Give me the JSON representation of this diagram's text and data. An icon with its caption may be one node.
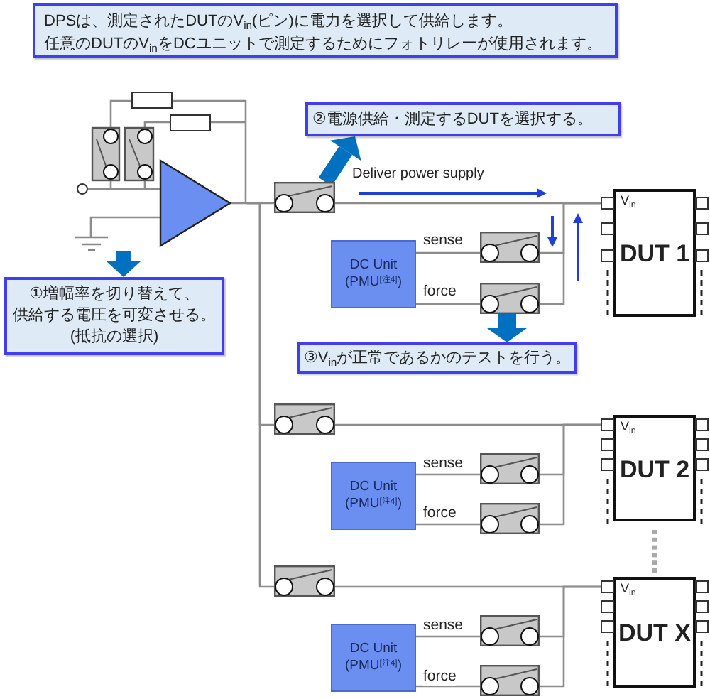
{
  "diagram": {
    "nodes": [
      {
        "text": [
          "DPSは、測定されたDUTのV$_{in}$(ピン)に電力を選択して供給します。任意のDUTのV$_{in}$をDCユニットで測定するためにフォトリレーが使用されます。"
        ]
      },
      {
        "text": [],
        "shape": "picture"
      },
      {
        "text": [
          "②電源供給・測定するDUTを選択する。"
        ]
      },
      {
        "text": [],
        "shape": "switch"
      },
      {
        "text": [
          "V$_{in}$",
          "DUT 1"
        ]
      },
      {
        "text": [
          "DC Unit (PMU$^{[注4]}$)"
        ]
      },
      {
        "text": [],
        "shape": "switch"
      },
      {
        "text": [],
        "shape": "switch"
      },
      {
        "text": [
          "①増幅率を切り替えて、供給する電圧を可変させる。(抵抗の選択)"
        ]
      },
      {
        "text": [
          "③V$_{in}$が正常であるかのテストを行う。"
        ]
      },
      {
        "text": [],
        "shape": "switch"
      },
      {
        "text": [
          "V$_{in}$",
          "DUT 2"
        ]
      },
      {
        "text": [
          "DC Unit (PMU$^{[注4]}$)"
        ]
      },
      {
        "text": [],
        "shape": "switch"
      },
      {
        "text": [],
        "shape": "switch"
      },
      {
        "text": [],
        "shape": "switch"
      },
      {
        "text": [
          "V$_{in}$",
          "DUT X"
        ]
      },
      {
        "text": [
          "DC Unit (PMU$^{[注4]}$)"
        ]
      },
      {
        "text": [],
        "shape": "switch"
      },
      {
        "text": [],
        "shape": "switch"
      }
    ],
    "edges": [
      {
        "from": 1,
        "to": 8,
        "arrow": "to",
        "style": "thick",
        "color": "#0070c0"
      },
      {
        "from": 3,
        "to": 2,
        "arrow": "to",
        "style": "thick",
        "color": "#0070c0"
      },
      {
        "from": 1,
        "to": 3,
        "arrow": "none"
      },
      {
        "from": 1,
        "to": 10,
        "arrow": "none"
      },
      {
        "from": 1,
        "to": 15,
        "arrow": "none"
      },
      {
        "from": 3,
        "to": 4,
        "arrow": "none"
      },
      {
        "from": 5,
        "to": 6,
        "arrow": "none",
        "label": "sense"
      },
      {
        "from": 6,
        "to": 4,
        "arrow": "none"
      },
      {
        "from": 5,
        "to": 7,
        "arrow": "none",
        "label": "force"
      },
      {
        "from": 7,
        "to": 4,
        "arrow": "none"
      },
      {
        "from": 7,
        "to": 9,
        "arrow": "to",
        "style": "thick",
        "color": "#0070c0"
      },
      {
        "from": 10,
        "to": 11,
        "arrow": "none"
      },
      {
        "from": 12,
        "to": 13,
        "arrow": "none",
        "label": "sense"
      },
      {
        "from": 13,
        "to": 11,
        "arrow": "none"
      },
      {
        "from": 12,
        "to": 14,
        "arrow": "none",
        "label": "force"
      },
      {
        "from": 14,
        "to": 11,
        "arrow": "none"
      },
      {
        "from": 15,
        "to": 16,
        "arrow": "none"
      },
      {
        "from": 17,
        "to": 18,
        "arrow": "none",
        "label": "sense"
      },
      {
        "from": 18,
        "to": 16,
        "arrow": "none"
      },
      {
        "from": 17,
        "to": 19,
        "arrow": "none",
        "label": "force"
      },
      {
        "from": 19,
        "to": 16,
        "arrow": "none"
      }
    ],
    "labels": [
      "Deliver power supply"
    ]
  }
}
